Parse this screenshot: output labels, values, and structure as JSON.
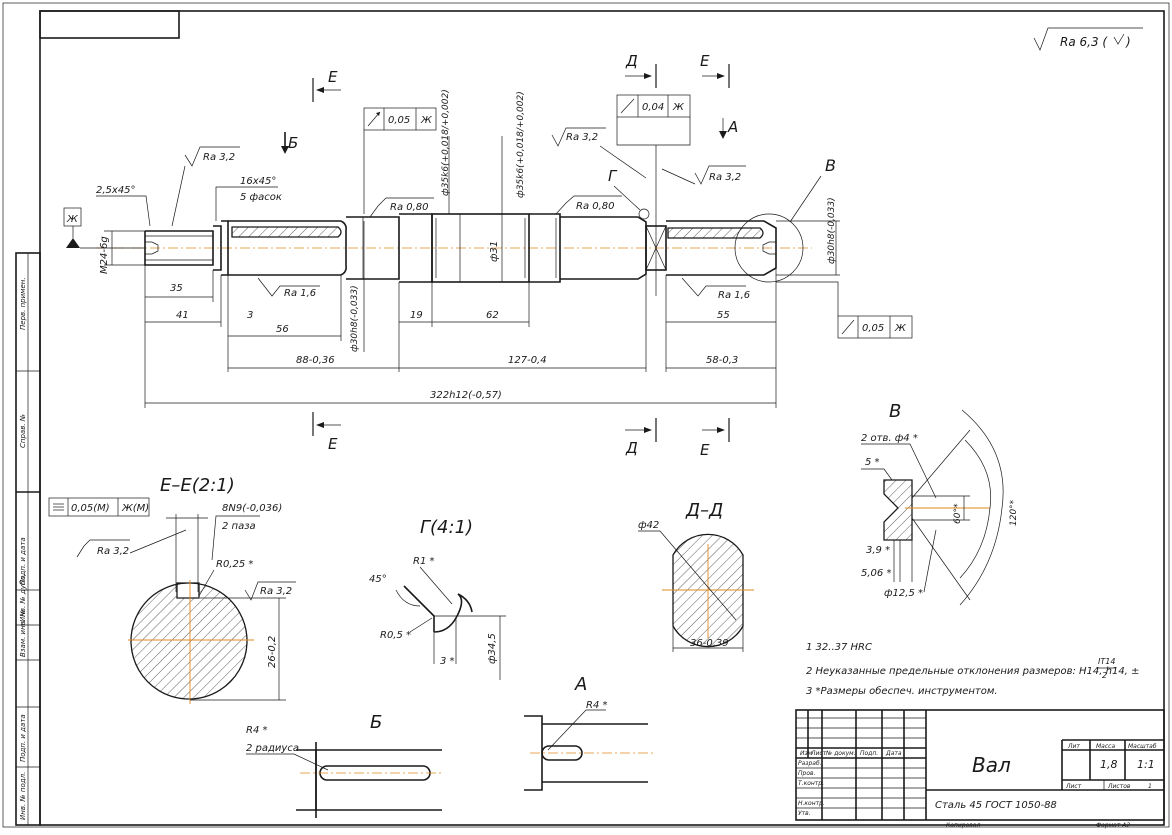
{
  "roughness_general": "Ra 6,3 (",
  "roughness_general_end": ")",
  "sections": {
    "E_top": "Е",
    "E_bottom": "Е",
    "D_top": "Д",
    "D_bottom": "Д",
    "E2_top": "Е",
    "E2_bottom": "Е",
    "B_mark": "Б",
    "A_mark": "А",
    "V_mark": "В",
    "G_mark": "Г"
  },
  "shaft": {
    "chamfer1": "2,5x45°",
    "chamfer2": "16x45°",
    "chamfer2_note": "5 фасок",
    "ra_left": "Ra 3,2",
    "ra_16_left": "Ra 1,6",
    "ra_080_a": "Ra 0,80",
    "ra_080_b": "Ra 0,80",
    "ra_32_mid": "Ra 3,2",
    "ra_32_right": "Ra 3,2",
    "ra_16_right": "Ra 1,6",
    "tol1_value": "0,05",
    "tol1_base": "Ж",
    "tol2_value": "0,04",
    "tol2_base": "Ж",
    "tol3_value": "0,05",
    "tol3_base": "Ж",
    "datum_zh": "Ж",
    "thread": "M24-6g",
    "d35a": "ф35k6(+0,018/+0,002)",
    "d35b": "ф35k6(+0,018/+0,002)",
    "d31": "ф31",
    "d30a": "ф30h8(-0,033)",
    "d30b": "ф30h8(-0,033)",
    "dim_35": "35",
    "dim_41": "41",
    "dim_3": "3",
    "dim_56": "56",
    "dim_19": "19",
    "dim_62": "62",
    "dim_55": "55",
    "dim_88": "88-0,36",
    "dim_127": "127-0,4",
    "dim_58": "58-0,3",
    "dim_322": "322h12(-0,57)"
  },
  "section_E": {
    "title": "Е–Е(2:1)",
    "tol_value": "0,05(M)",
    "tol_base": "Ж(M)",
    "key": "8N9(-0,036)",
    "key_note": "2 паза",
    "ra1": "Ra 3,2",
    "ra2": "Ra 3,2",
    "radius": "R0,25 *",
    "depth": "26-0,2"
  },
  "detail_G": {
    "title": "Г(4:1)",
    "angle": "45°",
    "r1": "R1 *",
    "r05": "R0,5 *",
    "w3": "3 *",
    "d345": "ф34,5"
  },
  "section_D": {
    "title": "Д–Д",
    "d42": "ф42",
    "w36": "36-0,39"
  },
  "detail_V": {
    "title": "В",
    "holes": "2 отв. ф4 *",
    "d5": "5 *",
    "a60": "60°*",
    "a120": "120°*",
    "d39": "3,9 *",
    "d506": "5,06 *",
    "d125": "ф12,5 *"
  },
  "detail_B": {
    "title": "Б",
    "r4": "R4 *",
    "note": "2 радиуса"
  },
  "detail_A": {
    "title": "А",
    "r4": "R4 *"
  },
  "notes": {
    "n1": "1  32..37 HRC",
    "n2": "2  Неуказанные предельные отклонения размеров: H14, h14, ±",
    "n2_frac_top": "IT14",
    "n2_frac_bot": "2",
    "n3": "3  *Размеры обеспеч. инструментом."
  },
  "title_block": {
    "name": "Вал",
    "material": "Сталь 45 ГОСТ 1050-88",
    "lit": "Лит",
    "mass": "Масса",
    "scale": "Масштаб",
    "mass_value": "1,8",
    "scale_value": "1:1",
    "sheet": "Лист",
    "sheets": "Листов",
    "sheets_value": "1",
    "col_izm": "Изм",
    "col_list": "Лист",
    "col_doc": "№ докум.",
    "col_sign": "Подп.",
    "col_date": "Дата",
    "r_razrab": "Разраб.",
    "r_prov": "Пров.",
    "r_tkontr": "Т.контр.",
    "r_nkontr": "Н.контр.",
    "r_utv": "Утв.",
    "copied": "Копировал",
    "format": "Формат    А2"
  },
  "side_stamps": {
    "s1": "Перв. примен.",
    "s2": "Справ. №",
    "s3": "Подп. и дата",
    "s4": "Инв. № дубл.",
    "s5": "Взам. инв. №",
    "s6": "Подп. и дата",
    "s7": "Инв. № подл."
  }
}
